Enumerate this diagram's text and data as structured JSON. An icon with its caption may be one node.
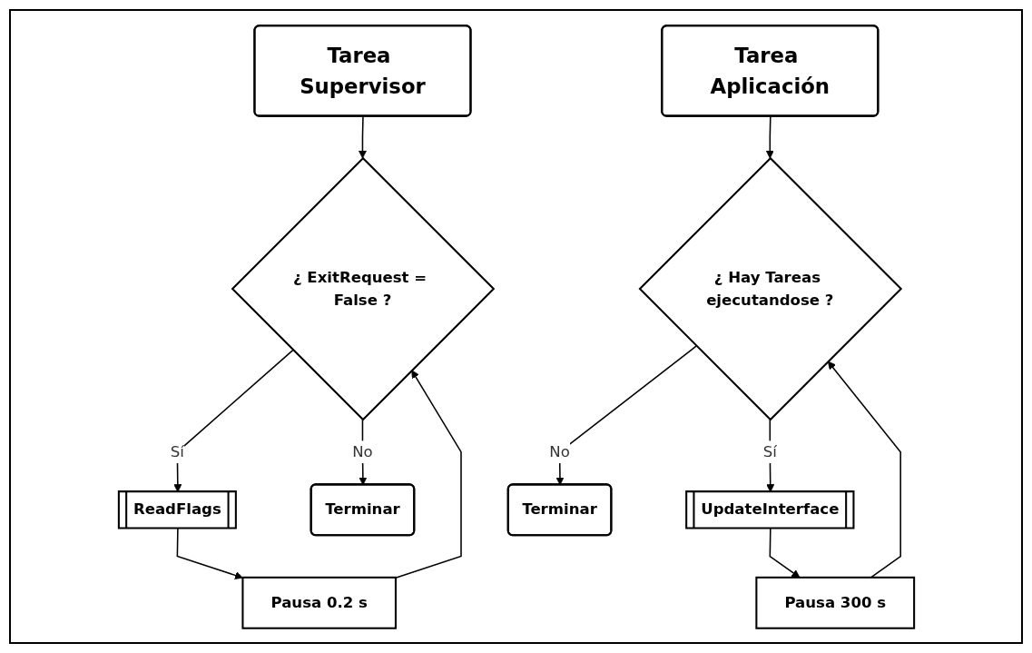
{
  "diagram": {
    "nodes": [
      {
        "text": [
          "Tarea Supervisor"
        ]
      },
      {
        "text": [
          "¿ ExitRequest = False ?"
        ]
      },
      {
        "text": [
          "ReadFlags"
        ]
      },
      {
        "text": [
          "Pausa 0.2 s"
        ]
      },
      {
        "text": [
          "Terminar"
        ]
      },
      {
        "text": [
          "Tarea Aplicación"
        ]
      },
      {
        "text": [
          "¿ Hay Tareas ejecutandose ?"
        ]
      },
      {
        "text": [
          "UpdateInterface"
        ]
      },
      {
        "text": [
          "Pausa 300 s"
        ]
      },
      {
        "text": [
          "Terminar"
        ]
      }
    ],
    "edges": [
      {
        "from": 0,
        "to": 1,
        "arrow": "to"
      },
      {
        "from": 1,
        "to": 2,
        "arrow": "to",
        "label": "Sí"
      },
      {
        "from": 2,
        "to": 3,
        "arrow": "to"
      },
      {
        "from": 3,
        "to": 1,
        "arrow": "to"
      },
      {
        "from": 1,
        "to": 4,
        "arrow": "to",
        "label": "No"
      },
      {
        "from": 5,
        "to": 6,
        "arrow": "to"
      },
      {
        "from": 6,
        "to": 7,
        "arrow": "to",
        "label": "Sí"
      },
      {
        "from": 7,
        "to": 8,
        "arrow": "to"
      },
      {
        "from": 8,
        "to": 6,
        "arrow": "to"
      },
      {
        "from": 6,
        "to": 9,
        "arrow": "to",
        "label": "No"
      }
    ]
  }
}
